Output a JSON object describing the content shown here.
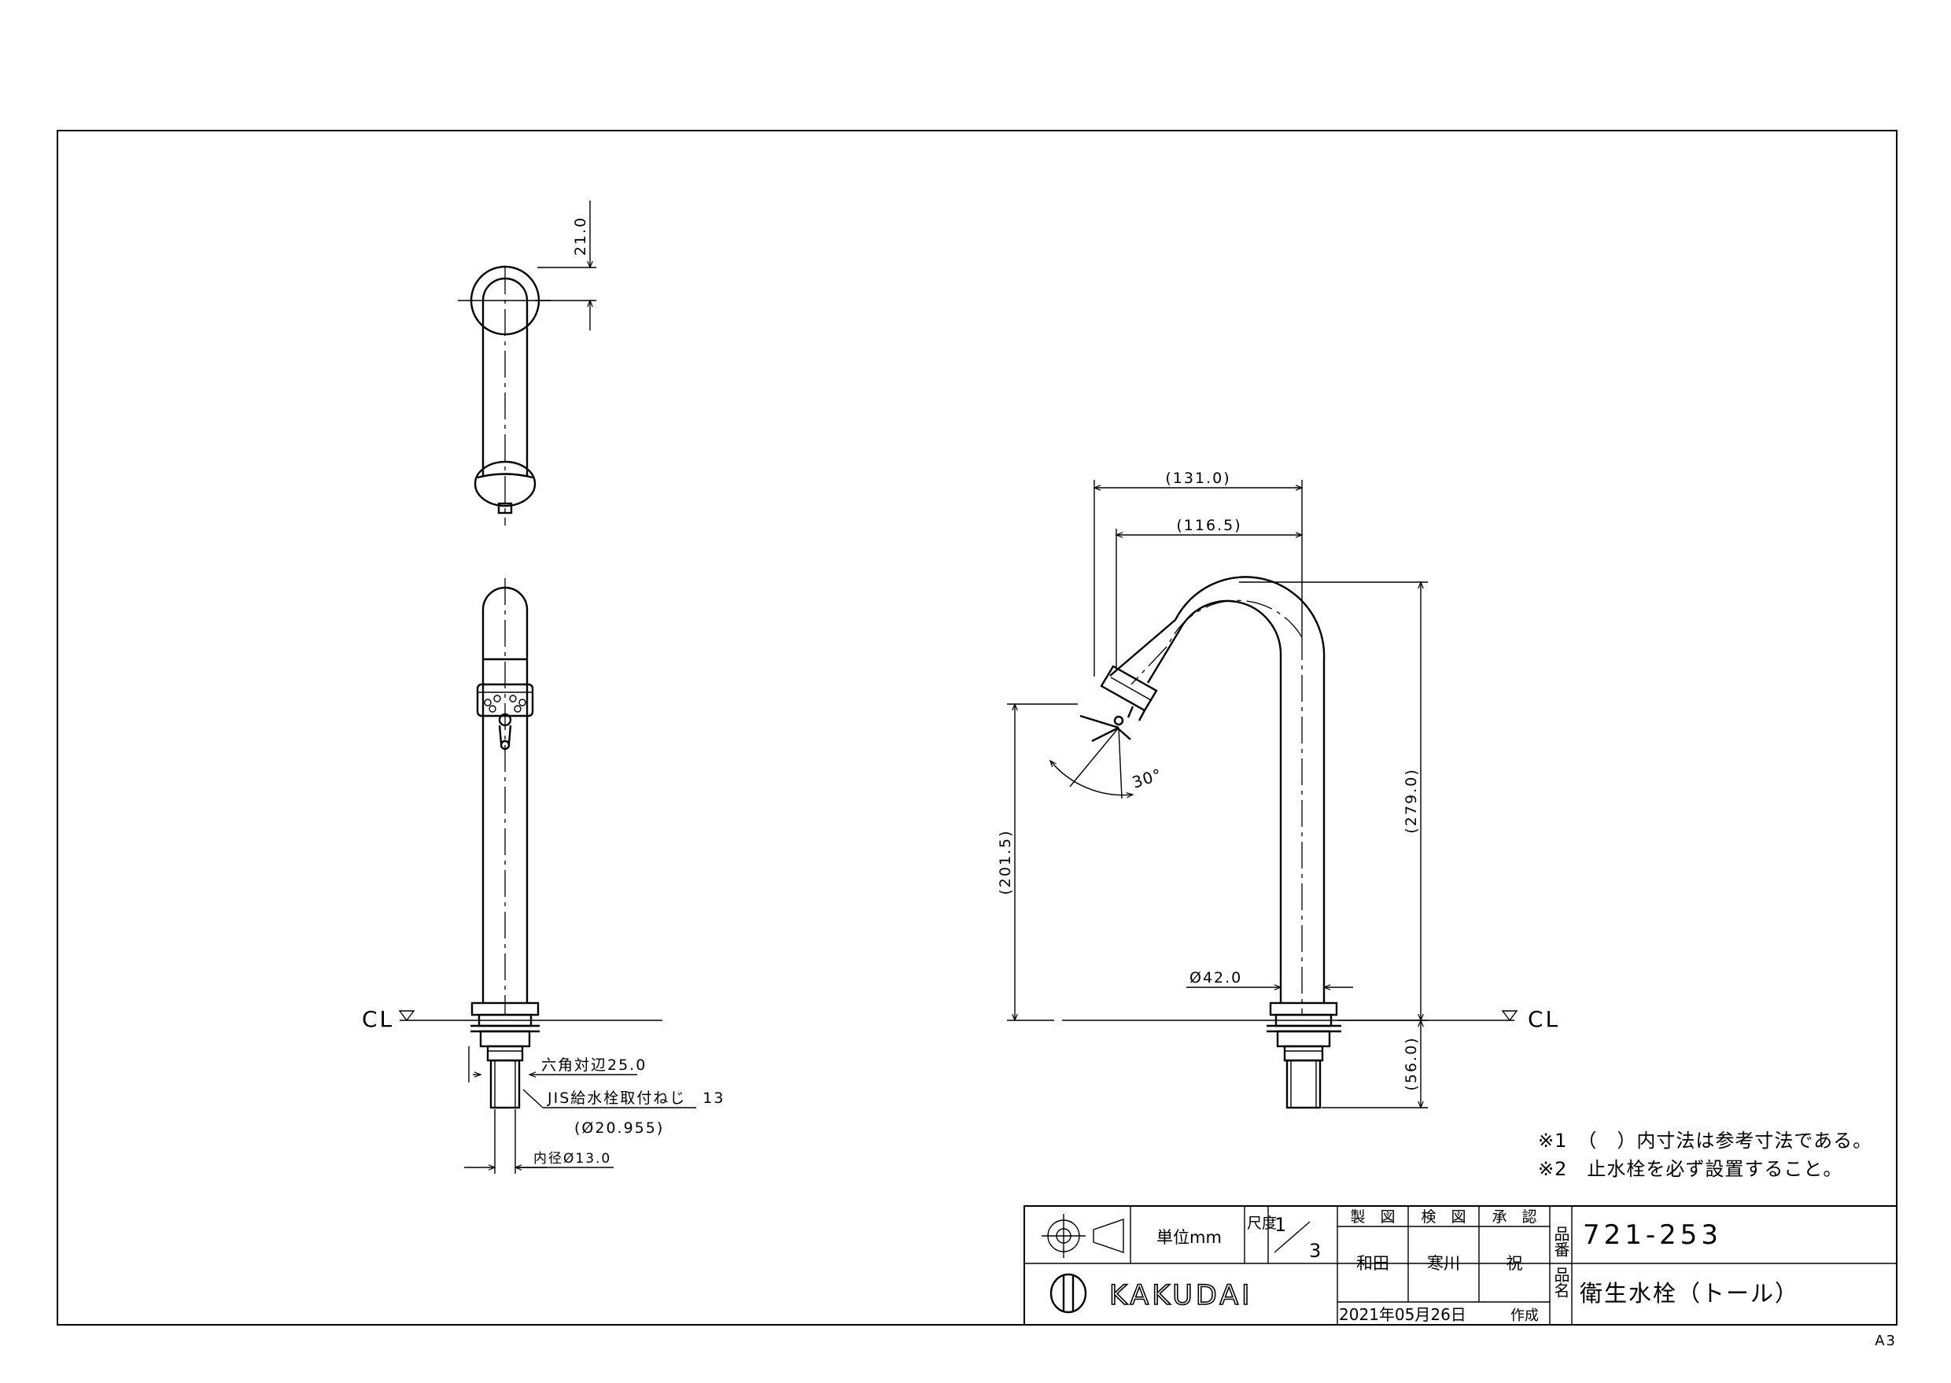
{
  "drawing": {
    "sheet_size": "A3",
    "notes": [
      "※1　（　）内寸法は参考寸法である。",
      "※2　止水栓を必ず設置すること。"
    ],
    "cl_label": "CL"
  },
  "dimensions": {
    "top_view_offset": "21.0",
    "hex_across_flats": "六角対辺25.0",
    "jis_thread": "JIS給水栓取付ねじ　13",
    "thread_dia": "(Ø20.955)",
    "inner_dia": "内径Ø13.0",
    "overall_reach": "(131.0)",
    "spout_reach": "(116.5)",
    "overall_height": "(279.0)",
    "spout_height": "(201.5)",
    "body_dia": "Ø42.0",
    "shank_length": "(56.0)",
    "handle_angle": "30°"
  },
  "title_block": {
    "unit_label": "単位mm",
    "scale_label": "尺度",
    "scale_num": "1",
    "scale_den": "3",
    "drawn_header": "製　図",
    "checked_header": "検　図",
    "approved_header": "承　認",
    "drawn_by": "和田",
    "checked_by": "寒川",
    "approved_by": "祝",
    "part_no_label": "品番",
    "part_no": "721-253",
    "part_name_label": "品名",
    "part_name": "衛生水栓（トール）",
    "date": "2021年05月26日",
    "created_label": "作成",
    "brand": "KAKUDAI"
  }
}
